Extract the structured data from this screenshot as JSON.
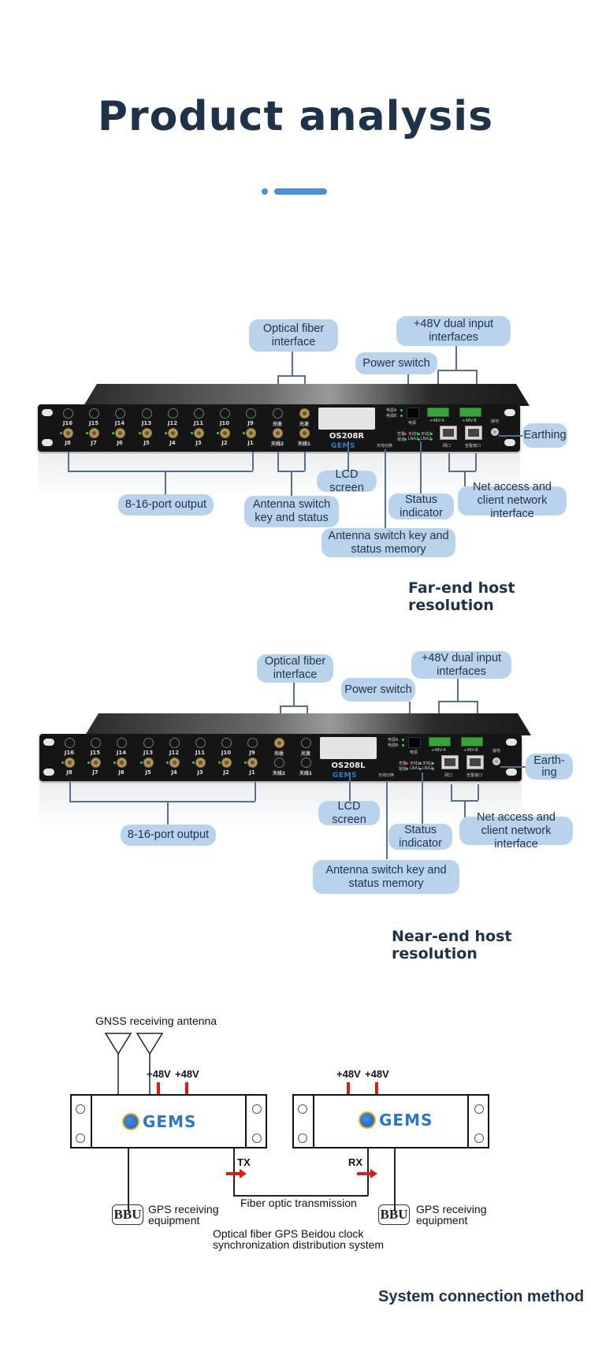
{
  "header": {
    "title": "Product  analysis"
  },
  "far_end": {
    "section_title": "Far-end host resolution",
    "model": "OS208R",
    "callouts": {
      "optical_fiber": "Optical fiber interface",
      "dual_input": "+48V dual input interfaces",
      "power_switch": "Power switch",
      "earthing": "Earthing",
      "lcd": "LCD screen",
      "port_output": "8-16-port output",
      "antenna_switch": "Antenna switch key and status",
      "status_indicator": "Status indicator",
      "net_access": "Net access and client network interface",
      "antenna_memory": "Antenna switch key and status memory"
    },
    "top_row_ports": [
      "J16",
      "J15",
      "J14",
      "J13",
      "J12",
      "J11",
      "J10",
      "J9",
      "光收",
      "光发"
    ],
    "bottom_row_ports": [
      "J8",
      "J7",
      "J6",
      "J5",
      "J4",
      "J3",
      "J2",
      "J1",
      "天线2",
      "天线1"
    ]
  },
  "near_end": {
    "section_title": "Near-end host resolution",
    "model": "OS208L",
    "callouts": {
      "optical_fiber": "Optical fiber interface",
      "dual_input": "+48V dual input interfaces",
      "power_switch": "Power switch",
      "earthing": "Earth-ing",
      "lcd": "LCD screen",
      "port_output": "8-16-port output",
      "status_indicator": "Status indicator",
      "net_access": "Net access and client network interface",
      "antenna_memory": "Antenna switch key and status memory"
    },
    "top_row_ports": [
      "J16",
      "J15",
      "J14",
      "J13",
      "J12",
      "J11",
      "J10",
      "J9",
      "光收",
      "光发"
    ],
    "bottom_row_ports": [
      "J8",
      "J7",
      "J6",
      "J5",
      "J4",
      "J3",
      "J2",
      "J1",
      "天线2",
      "天线1"
    ]
  },
  "panel_labels": {
    "power_a": "电源A",
    "power_b": "电源B",
    "power": "电源",
    "antenna_switch": "天线切换",
    "alarm": "告警",
    "lock": "锁定",
    "ant1": "天线1",
    "ant2": "天线2",
    "lna1": "LNA1",
    "lna2": "LNA2",
    "in48a": "+48V-A",
    "in48b": "+48V-B",
    "net_port": "网口",
    "alarm_port": "告警接口",
    "ground": "接地",
    "brand": "GEMS"
  },
  "diagram": {
    "antenna_label": "GNSS receiving antenna",
    "power_labels": [
      "+48V",
      "+48V",
      "+48V",
      "+48V"
    ],
    "brand": "GEMS",
    "tx_label": "TX",
    "rx_label": "RX",
    "fiber_label": "Fiber optic transmission",
    "bbu_label": "BBU",
    "gps_equipment_left": "GPS receiving equipment",
    "gps_equipment_right": "GPS receiving equipment",
    "caption_line1": "Optical fiber GPS Beidou clock",
    "caption_line2": "synchronization distribution system",
    "section_title": "System connection method"
  },
  "colors": {
    "title": "#1e3249",
    "accent": "#4a90d6",
    "callout_bg": "#b9d3ec",
    "arrow_red": "#e01818"
  }
}
